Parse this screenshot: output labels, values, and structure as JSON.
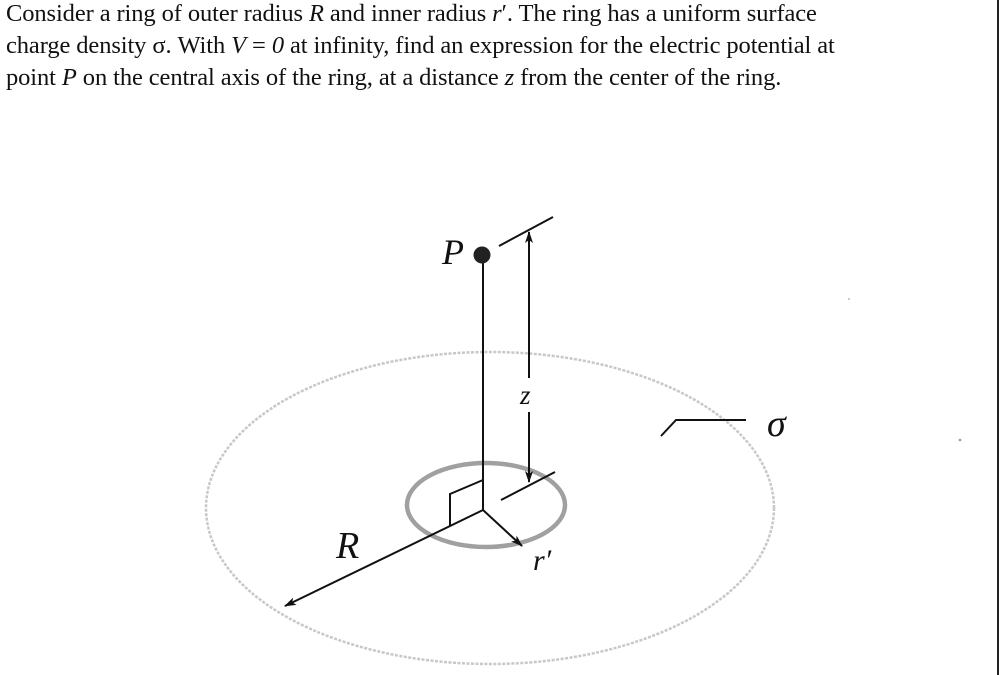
{
  "problem": {
    "line1": {
      "a": "Consider a ring of outer radius ",
      "var1": "R",
      "b": " and inner radius ",
      "var2": "r",
      "c": "′. The ring has a uniform surface"
    },
    "line2": {
      "a": "charge density σ. With ",
      "var1": "V",
      "b": " = ",
      "var2": "0",
      "c": " at infinity, find an expression for the electric potential at"
    },
    "line3": {
      "a": "point ",
      "var1": "P",
      "b": " on the central axis of the ring, at a distance ",
      "var2": "z",
      "c": " from the center of the ring."
    }
  },
  "diagram": {
    "labels": {
      "point": "P",
      "distance": "z",
      "outer_radius": "R",
      "inner_radius": "r′",
      "charge_density": "σ"
    },
    "colors": {
      "ink": "#111111",
      "ring_edge": "#a9a9a9",
      "outer_edge": "#c8c8c8"
    }
  }
}
